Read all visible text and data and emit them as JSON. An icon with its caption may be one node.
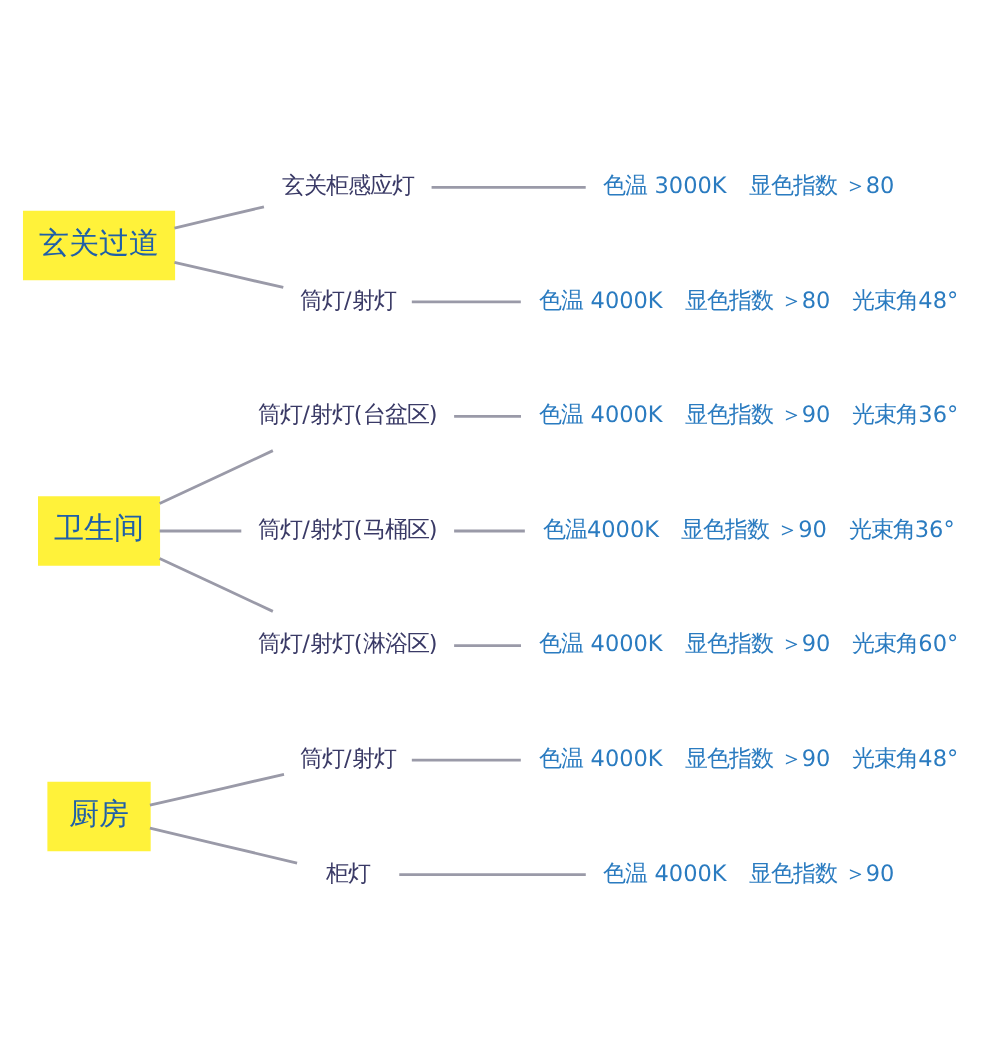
{
  "diagram": {
    "nodes": [
      {
        "text": [
          "厨房"
        ]
      },
      {
        "text": [
          "筒灯/射灯"
        ]
      },
      {
        "text": [
          "色温 4000K　显色指数 ＞90　光束角48°"
        ]
      },
      {
        "text": [
          "柜灯"
        ]
      },
      {
        "text": [
          "色温 4000K　显色指数 ＞90"
        ]
      },
      {
        "text": [
          "卫生间"
        ]
      },
      {
        "text": [
          "筒灯/射灯(台盆区)"
        ]
      },
      {
        "text": [
          "色温 4000K　显色指数 ＞90　光束角36°"
        ]
      },
      {
        "text": [
          "筒灯/射灯(马桶区)"
        ]
      },
      {
        "text": [
          "色温4000K　显色指数 ＞90　光束角36°"
        ]
      },
      {
        "text": [
          "筒灯/射灯(淋浴区)"
        ]
      },
      {
        "text": [
          "色温 4000K　显色指数 ＞90　光束角60°"
        ]
      },
      {
        "text": [
          "玄关过道"
        ]
      },
      {
        "text": [
          "玄关柜感应灯"
        ]
      },
      {
        "text": [
          "色温 3000K　显色指数 ＞80"
        ]
      },
      {
        "text": [
          "筒灯/射灯"
        ]
      },
      {
        "text": [
          "色温 4000K　显色指数 ＞80　光束角48°"
        ]
      }
    ],
    "edges": [
      {
        "from": 0,
        "to": 1,
        "arrow": "none"
      },
      {
        "from": 1,
        "to": 2,
        "arrow": "none"
      },
      {
        "from": 0,
        "to": 3,
        "arrow": "none"
      },
      {
        "from": 3,
        "to": 4,
        "arrow": "none"
      },
      {
        "from": 5,
        "to": 6,
        "arrow": "none"
      },
      {
        "from": 6,
        "to": 7,
        "arrow": "none"
      },
      {
        "from": 5,
        "to": 8,
        "arrow": "none"
      },
      {
        "from": 8,
        "to": 9,
        "arrow": "none"
      },
      {
        "from": 5,
        "to": 10,
        "arrow": "none"
      },
      {
        "from": 10,
        "to": 11,
        "arrow": "none"
      },
      {
        "from": 12,
        "to": 13,
        "arrow": "none"
      },
      {
        "from": 13,
        "to": 14,
        "arrow": "none"
      },
      {
        "from": 12,
        "to": 15,
        "arrow": "none"
      },
      {
        "from": 15,
        "to": 16,
        "arrow": "none"
      }
    ]
  }
}
